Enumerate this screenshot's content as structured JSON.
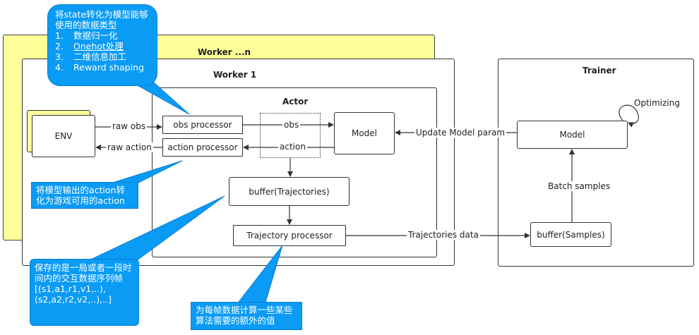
{
  "workers": {
    "worker_n_title": "Worker ...n",
    "worker_1_title": "Worker 1"
  },
  "actor": {
    "title": "Actor",
    "obs_processor": "obs processor",
    "action_processor": "action processor",
    "obs_label": "obs",
    "action_label": "action",
    "model": "Model",
    "buffer": "buffer(Trajectories)",
    "trajectory_processor": "Trajectory processor"
  },
  "env": {
    "label": "ENV"
  },
  "edges": {
    "raw_obs": "raw obs",
    "raw_action": "raw action",
    "update_model_param": "Update Model param",
    "trajectories_data": "Trajectories data",
    "batch_samples": "Batch samples",
    "optimizing": "Optimizing"
  },
  "trainer": {
    "title": "Trainer",
    "model": "Model",
    "buffer": "buffer(Samples)"
  },
  "callouts": {
    "state_intro": "将state转化为模型能够使用的数据类型",
    "state_items": [
      "数据归一化",
      "Onehot处理",
      "二维信息加工",
      "Reward shaping"
    ],
    "action": "将模型输出的action转化为游戏可用的action",
    "buffer": "保存的是一局或者一段时间内的交互数据序列帧\n[(s1,a1,r1,v1,..),\n(s2,a2,r2,v2,..),..]",
    "trajectory": "为每帧数据计算一些某些算法需要的额外的值"
  },
  "colors": {
    "worker_n_fill": "#ffff99",
    "callout_fill": "#0a9bf5",
    "callout_border": "#0a7fd0"
  }
}
